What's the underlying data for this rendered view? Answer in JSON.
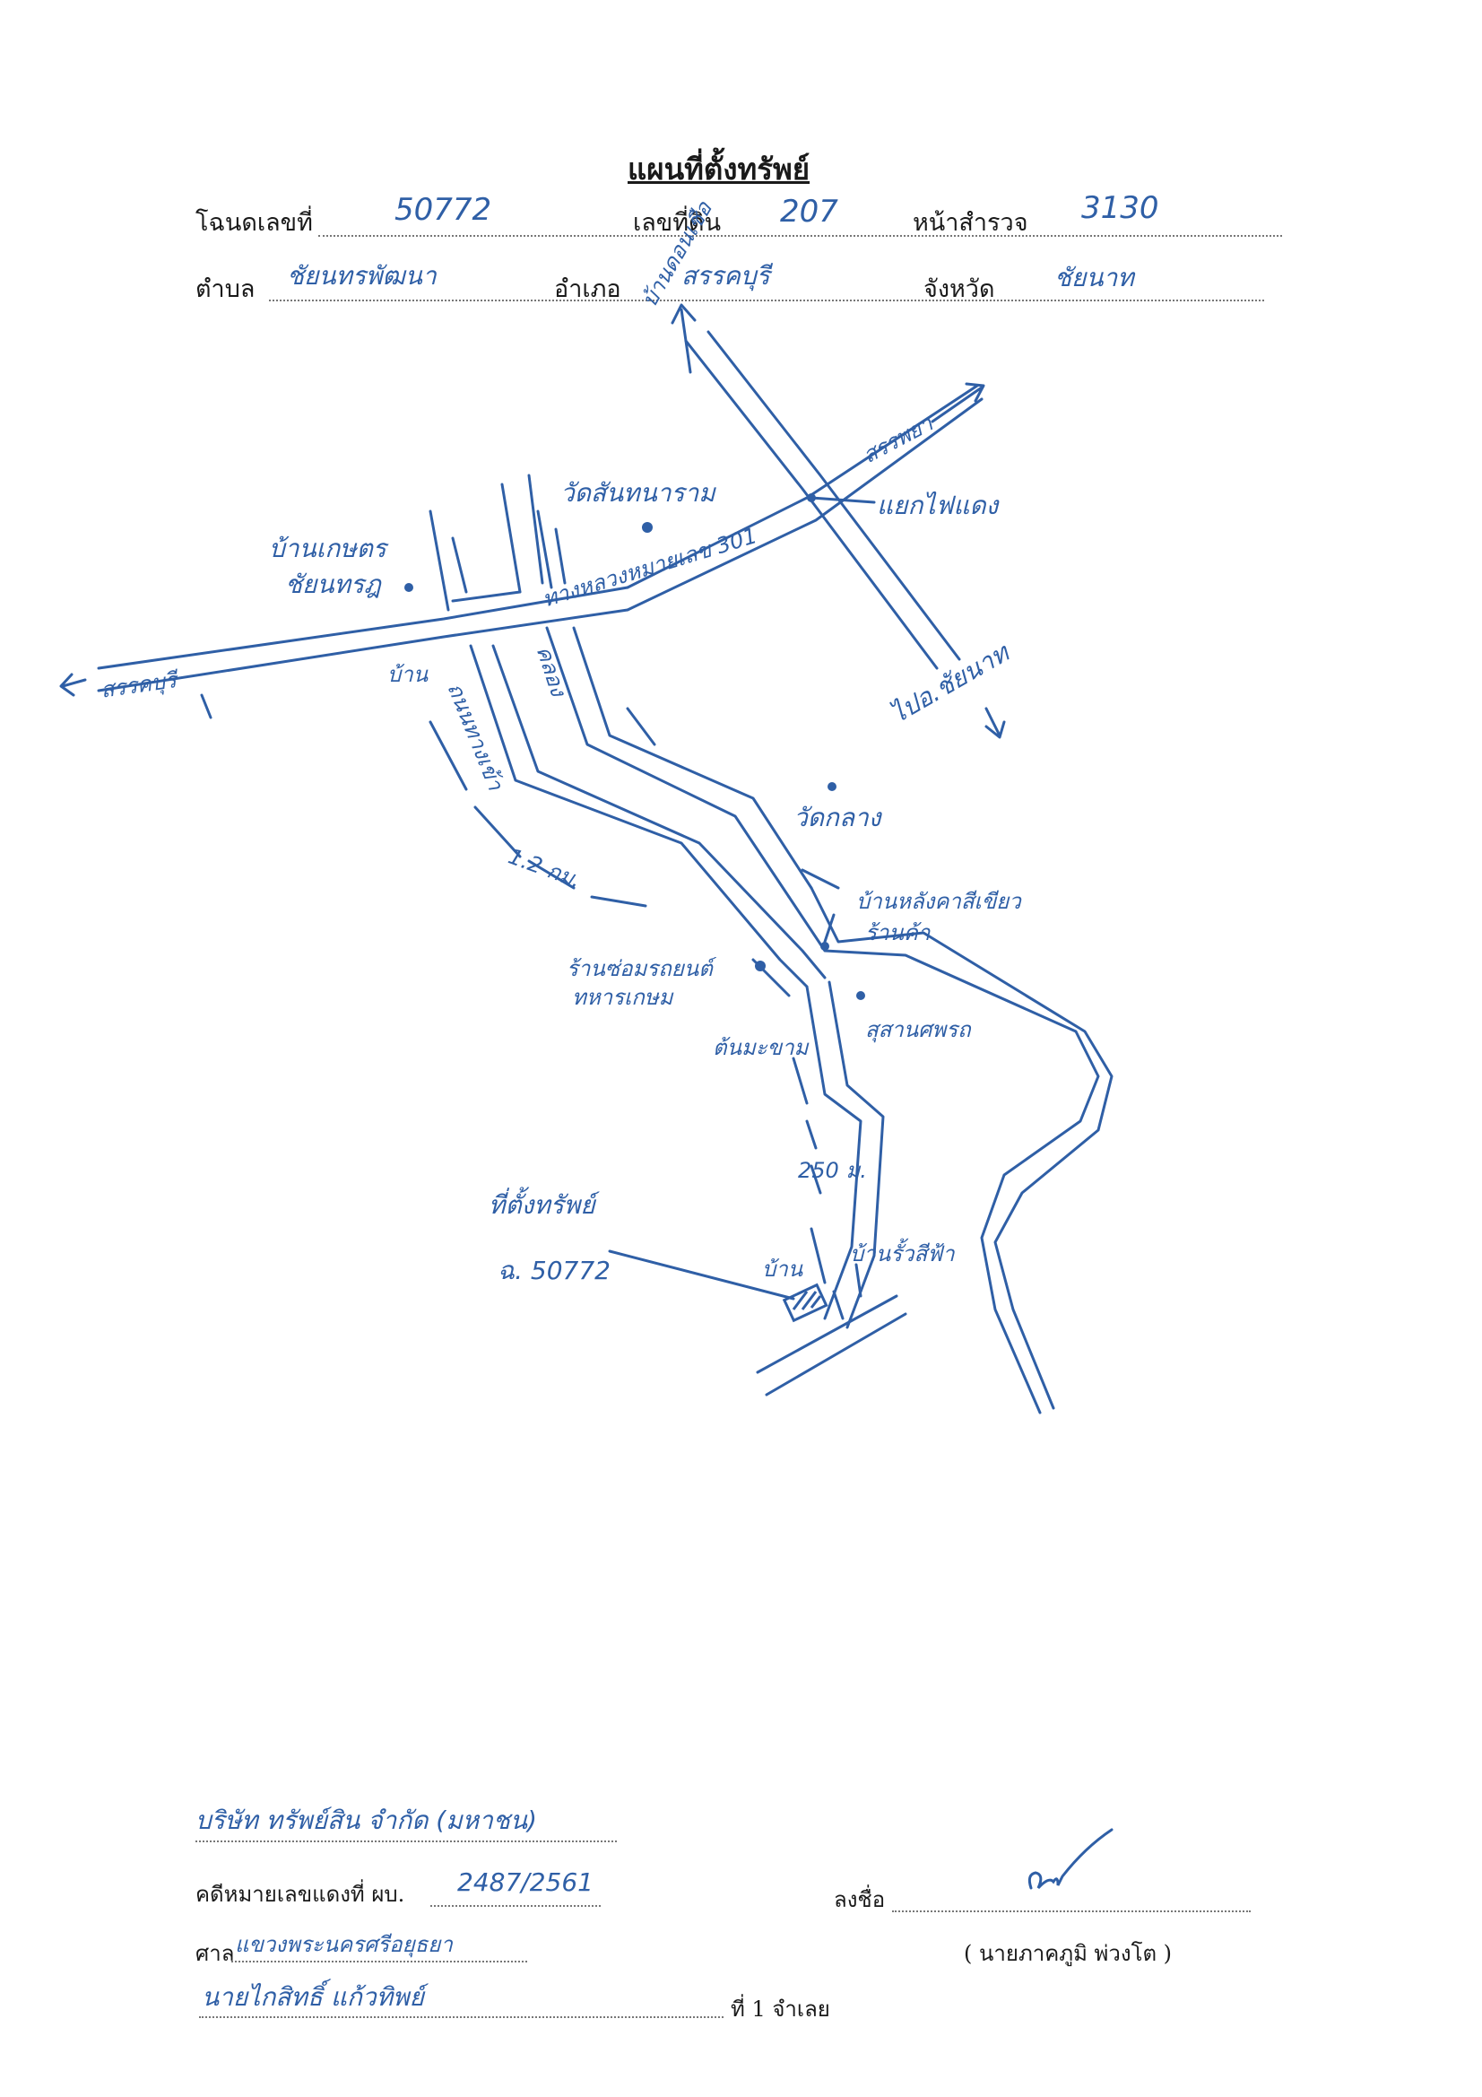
{
  "header": {
    "title": "แผนที่ตั้งทรัพย์",
    "deed_label": "โฉนดเลขที่",
    "deed_value": "50772",
    "land_no_label": "เลขที่ดิน",
    "land_no_value": "207",
    "survey_label": "หน้าสำรวจ",
    "survey_value": "3130",
    "subdistrict_label": "ตำบล",
    "subdistrict_value": "ชัยนทรพัฒนา",
    "district_label": "อำเภอ",
    "district_value": "สรรคบุรี",
    "province_label": "จังหวัด",
    "province_value": "ชัยนาท"
  },
  "map": {
    "labels": {
      "ban_don_kiao": "บ้านดอนเชือ",
      "sankhaburi_ne": "สรรพยา",
      "traffic_light": "แยกไฟแดง",
      "wat": "วัดสันทนาราม",
      "highway": "ทางหลวงหมายเลข 301",
      "ban_kaset": "บ้านเกษตร",
      "chai_nat_dot": "ชัยนทรฎ",
      "sankhaburi_w": "สรรคบุรี",
      "ban": "บ้าน",
      "road_side": "ถนนทางเข้า",
      "canal": "คลอง",
      "to_chainat": "ไปอ.ชัยนาท",
      "wat_klang": "วัดกลาง",
      "distance": "1.2 กม.",
      "ban_house": "บ้านหลังคาสีเขียว",
      "shop": "ร้านค้า",
      "repair_shop": "ร้านซ่อมรถยนต์",
      "repair_sub": "ทหารเกษม",
      "tree": "ต้นมะขาม",
      "cemetery": "สุสานศพรถ",
      "dist2": "250 ม.",
      "site_label": "ที่ตั้งทรัพย์",
      "site_deed": "ฉ. 50772",
      "ban2": "บ้าน",
      "ban_roof": "บ้านรั้วสีฟ้า"
    }
  },
  "footer": {
    "company": "บริษัท ทรัพย์สิน จำกัด (มหาชน)",
    "case_label": "คดีหมายเลขแดงที่ ผบ.",
    "case_value": "2487/2561",
    "court_label": "ศาล",
    "court_value": "แขวงพระนครศรีอยุธยา",
    "defendant_value": "นายไกสิทธิ์ แก้วทิพย์",
    "defendant_suffix": "ที่ 1 จำเลย",
    "sign_label": "ลงชื่อ",
    "signer": "( นายภาคภูมิ พ่วงโต )"
  },
  "colors": {
    "ink_blue": "#2f5fa6",
    "print_black": "#1a1a1a"
  }
}
